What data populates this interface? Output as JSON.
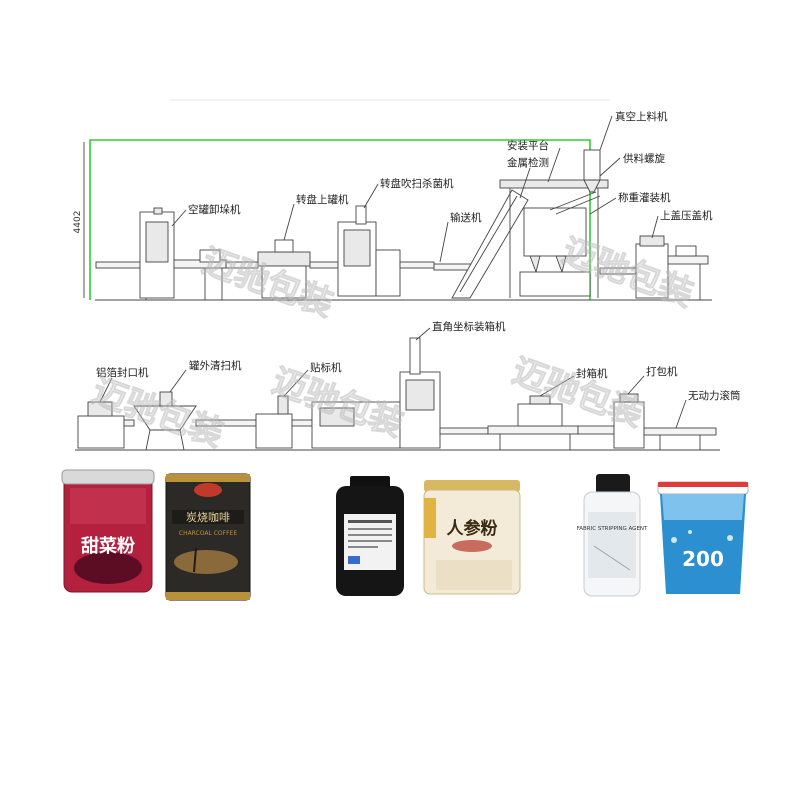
{
  "dimension_label": "4402",
  "line1_labels": {
    "vacuum_loader": "真空上料机",
    "install_platform": "安装平台",
    "feed_screw": "供料螺旋",
    "metal_detection": "金属检测",
    "sterilizer": "转盘吹扫杀菌机",
    "empty_can_dryer": "空罐卸垛机",
    "turntable_can_loader": "转盘上罐机",
    "weigh_filler": "称重灌装机",
    "capper": "上盖压盖机",
    "conveyor": "输送机"
  },
  "line2_labels": {
    "cartesian_packer": "直角坐标装箱机",
    "foil_sealer": "铝箔封口机",
    "can_cleaner": "罐外清扫机",
    "labeler": "贴标机",
    "case_sealer": "封箱机",
    "strapper": "打包机",
    "roller_conveyor": "无动力滚筒"
  },
  "watermark": "迈驰包装",
  "products": {
    "beet_powder": "甜菜粉",
    "coffee_text": "炭烧咖啡",
    "coffee_sub": "CHARCOAL COFFEE",
    "ginseng_powder": "人参粉",
    "bottle_text": "FABRIC STRIPPING AGENT",
    "bucket_number": "200"
  },
  "colors": {
    "beet_red": "#b3213f",
    "coffee_dark": "#2b2a26",
    "coffee_gold": "#b8923a",
    "bucket_blue": "#2c8fd0",
    "frame_green": "#2fcf2f"
  }
}
